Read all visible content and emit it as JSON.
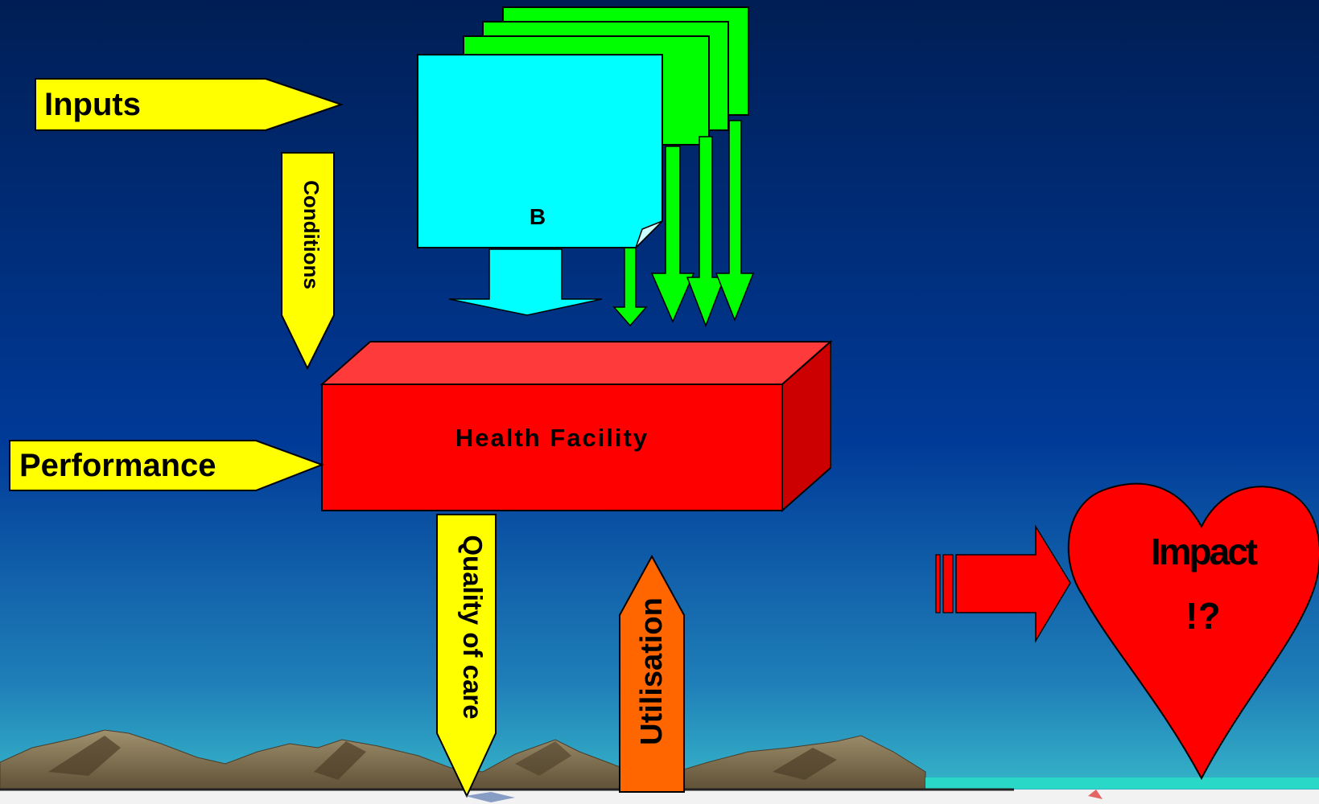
{
  "labels": {
    "inputs": "Inputs",
    "conditions": "Conditions",
    "box_b": "B",
    "health_facility": "Health Facility",
    "performance": "Performance",
    "quality_of_care": "Quality of care",
    "utilisation": "Utilisation",
    "impact_line1": "Impact",
    "impact_line2": "!?"
  },
  "colors": {
    "sky_top": "#00205a",
    "sky_mid": "#003a94",
    "sky_bottom": "#2ab0c4",
    "yellow_arrow": "#ffff00",
    "cyan_box": "#00ffff",
    "green_boxes": "#00ff00",
    "red_box": "#ff0000",
    "red_box_top": "#ff3a3a",
    "red_box_side": "#cc0000",
    "orange_arrow": "#ff6600",
    "mountains": "#8a7a5c"
  }
}
